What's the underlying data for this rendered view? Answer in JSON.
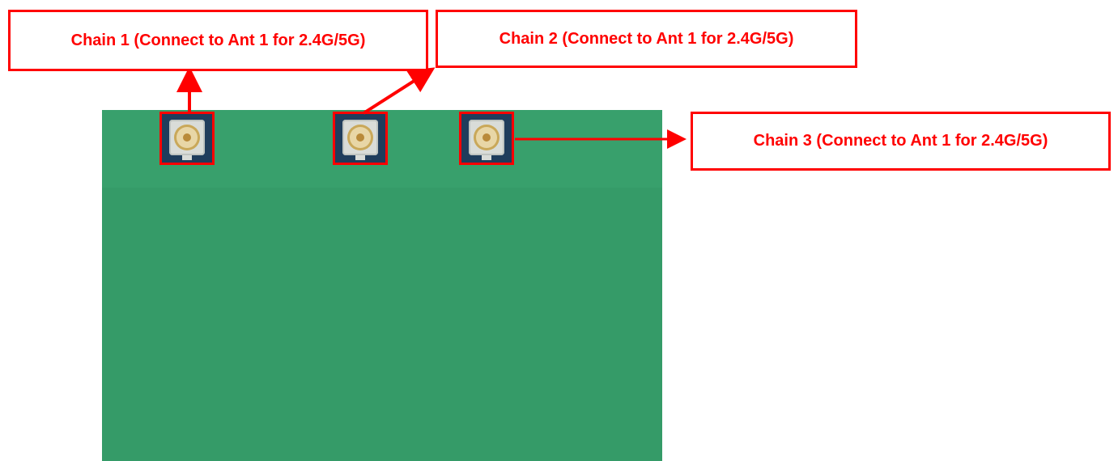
{
  "callouts": {
    "chain1": "Chain 1 (Connect to Ant 1 for 2.4G/5G)",
    "chain2": "Chain 2 (Connect to Ant 1 for 2.4G/5G)",
    "chain3": "Chain 3 (Connect to Ant 1 for 2.4G/5G)"
  },
  "colors": {
    "highlight": "#ff0000",
    "board": "#359b68",
    "connector_base": "#1f3d5c"
  },
  "connectors": [
    {
      "id": "chain1",
      "icon": "rf-connector-icon"
    },
    {
      "id": "chain2",
      "icon": "rf-connector-icon"
    },
    {
      "id": "chain3",
      "icon": "rf-connector-icon"
    }
  ]
}
